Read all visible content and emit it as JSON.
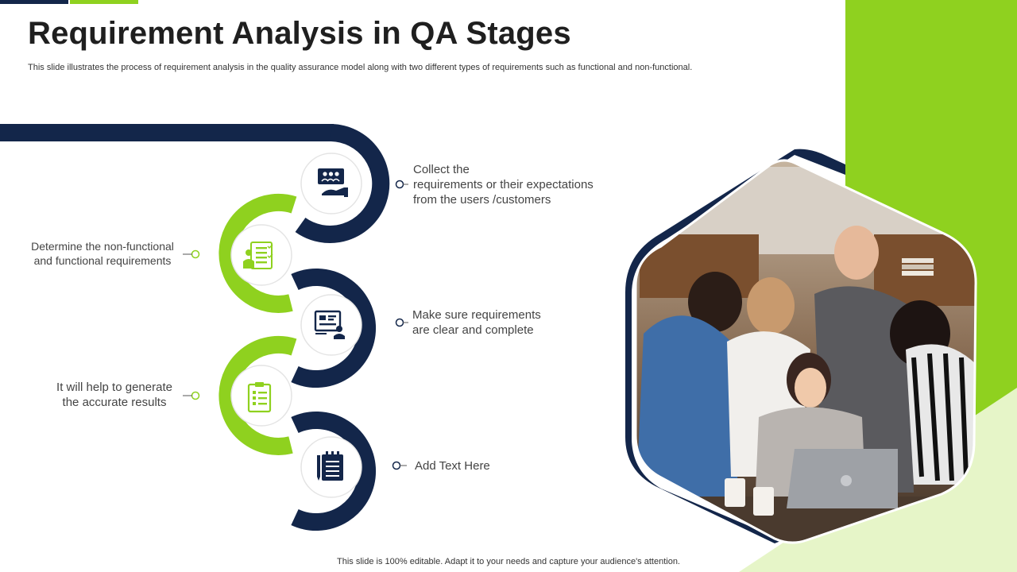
{
  "slide": {
    "title": "Requirement Analysis in QA Stages",
    "subtitle": "This slide illustrates the process of requirement analysis in the quality assurance model along with  two different types of requirements such as functional and non-functional.",
    "footer": "This slide is 100% editable. Adapt it to your needs and capture your audience's attention."
  },
  "colors": {
    "navy": "#13264a",
    "green": "#8fd11f",
    "light_green": "#e6f5c8"
  },
  "steps": [
    {
      "text_lines": [
        "Collect the",
        "requirements or their expectations",
        "from the users /customers"
      ],
      "icon": "users-in-hand-icon",
      "color": "navy"
    },
    {
      "text_lines": [
        "Determine the non-functional",
        "and functional requirements"
      ],
      "icon": "checklist-person-icon",
      "color": "green"
    },
    {
      "text_lines": [
        "Make sure requirements",
        "are clear and complete"
      ],
      "icon": "presentation-board-icon",
      "color": "navy"
    },
    {
      "text_lines": [
        "It will help to generate",
        "the accurate results"
      ],
      "icon": "clipboard-list-icon",
      "color": "green"
    },
    {
      "text_lines": [
        "Add Text Here"
      ],
      "icon": "notepad-pencil-icon",
      "color": "navy"
    }
  ],
  "image": {
    "description_icon": "team-photo"
  }
}
